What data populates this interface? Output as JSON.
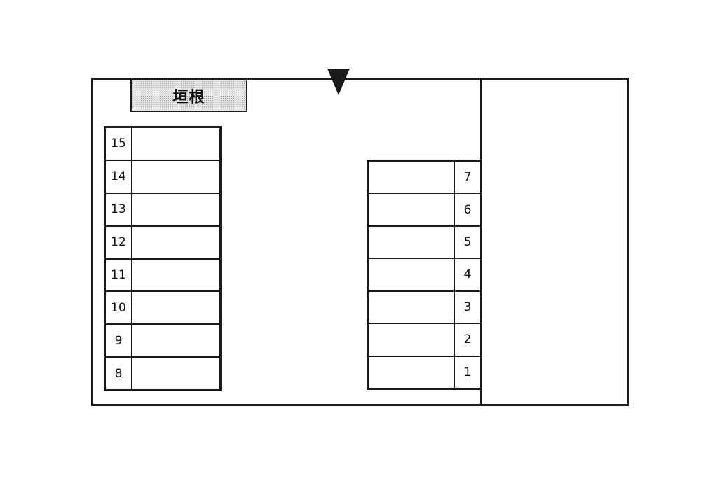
{
  "fence": {
    "label": "垣根"
  },
  "stalls": {
    "left": [
      "15",
      "14",
      "13",
      "12",
      "11",
      "10",
      "9",
      "8"
    ],
    "right": [
      "7",
      "6",
      "5",
      "4",
      "3",
      "2",
      "1"
    ]
  }
}
